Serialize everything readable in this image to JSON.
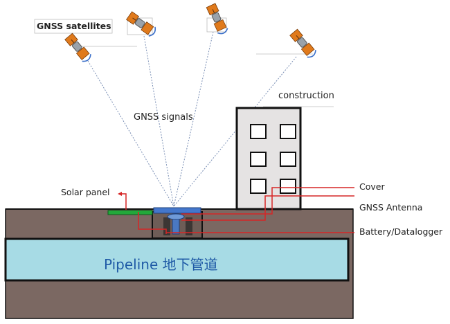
{
  "labels": {
    "satellites": "GNSS satellites",
    "signals": "GNSS signals",
    "construction": "construction",
    "solar_panel": "Solar panel",
    "cover": "Cover",
    "antenna": "GNSS Antenna",
    "battery": "Battery/Datalogger",
    "pipeline": "Pipeline 地下管道"
  },
  "colors": {
    "soil": "#7b6862",
    "pipeline": "#a7dbe5",
    "building": "#e5e3e3",
    "solar_panel": "#22a83a",
    "cover": "#4477cc",
    "leader_line": "#d62626",
    "signal_line": "#7a8fb5",
    "outline": "#111111",
    "pipeline_text": "#1f5aa6"
  },
  "icons": [
    "satellite-icon"
  ]
}
